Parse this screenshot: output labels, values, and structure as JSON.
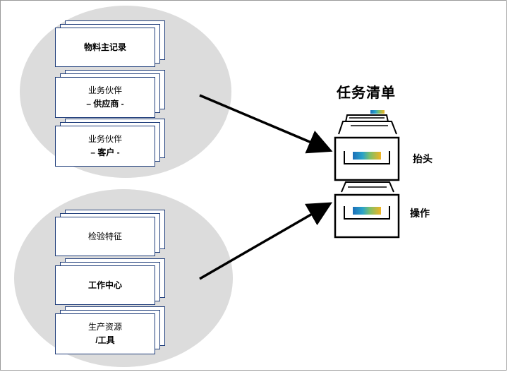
{
  "left_top_group": {
    "cards": [
      {
        "line1": "物料主记录",
        "line2": "",
        "bold": true
      },
      {
        "line1": "业务伙伴",
        "line2": "– 供应商 -",
        "bold": false
      },
      {
        "line1": "业务伙伴",
        "line2": "– 客户 -",
        "bold": false
      }
    ]
  },
  "left_bottom_group": {
    "cards": [
      {
        "line1": "检验特征",
        "line2": "",
        "bold": false
      },
      {
        "line1": "工作中心",
        "line2": "",
        "bold": true
      },
      {
        "line1": "生产资源",
        "line2": "/工具",
        "bold": false
      }
    ]
  },
  "right": {
    "title": "任务清单",
    "drawer_header_label": "抬头",
    "drawer_operation_label": "操作",
    "icon": "file-cabinet-icon"
  },
  "colors": {
    "circle": "#dcdcdc",
    "card_border": "#1f3d7a",
    "arrow": "#000000"
  }
}
